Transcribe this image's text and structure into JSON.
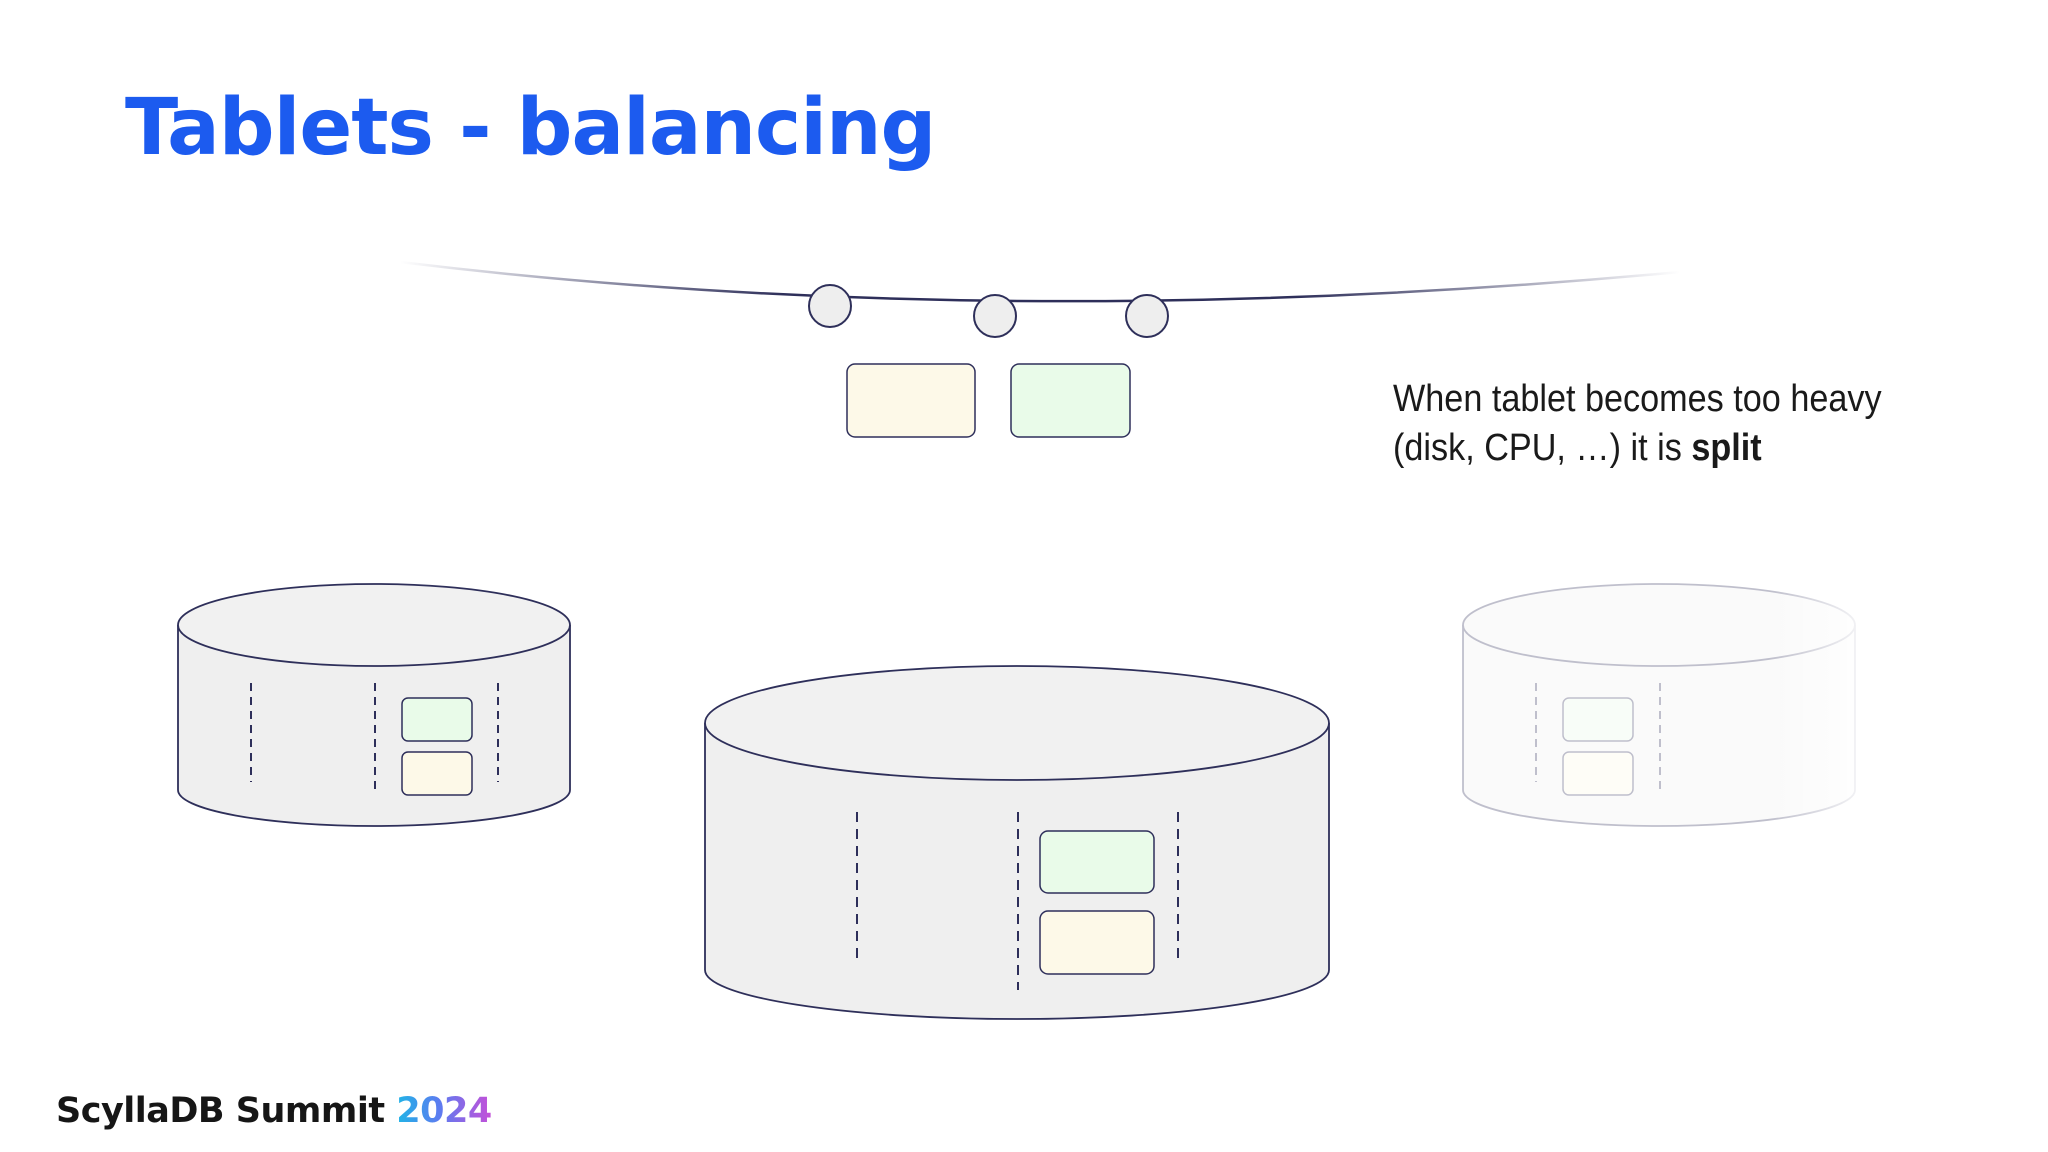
{
  "slide": {
    "title": "Tablets - balancing",
    "callout": {
      "line1": "When tablet becomes too heavy",
      "line2_prefix": "(disk, CPU, …) it is ",
      "line2_bold": "split"
    },
    "footer": {
      "brand": "ScyllaDB Summit ",
      "year": "2024"
    }
  },
  "colors": {
    "title": "#1c5bef",
    "tablet_yellow": "#fdf9e8",
    "tablet_green": "#e9fbe9",
    "node_fill": "#efefef",
    "outline": "#2e2f5a"
  }
}
